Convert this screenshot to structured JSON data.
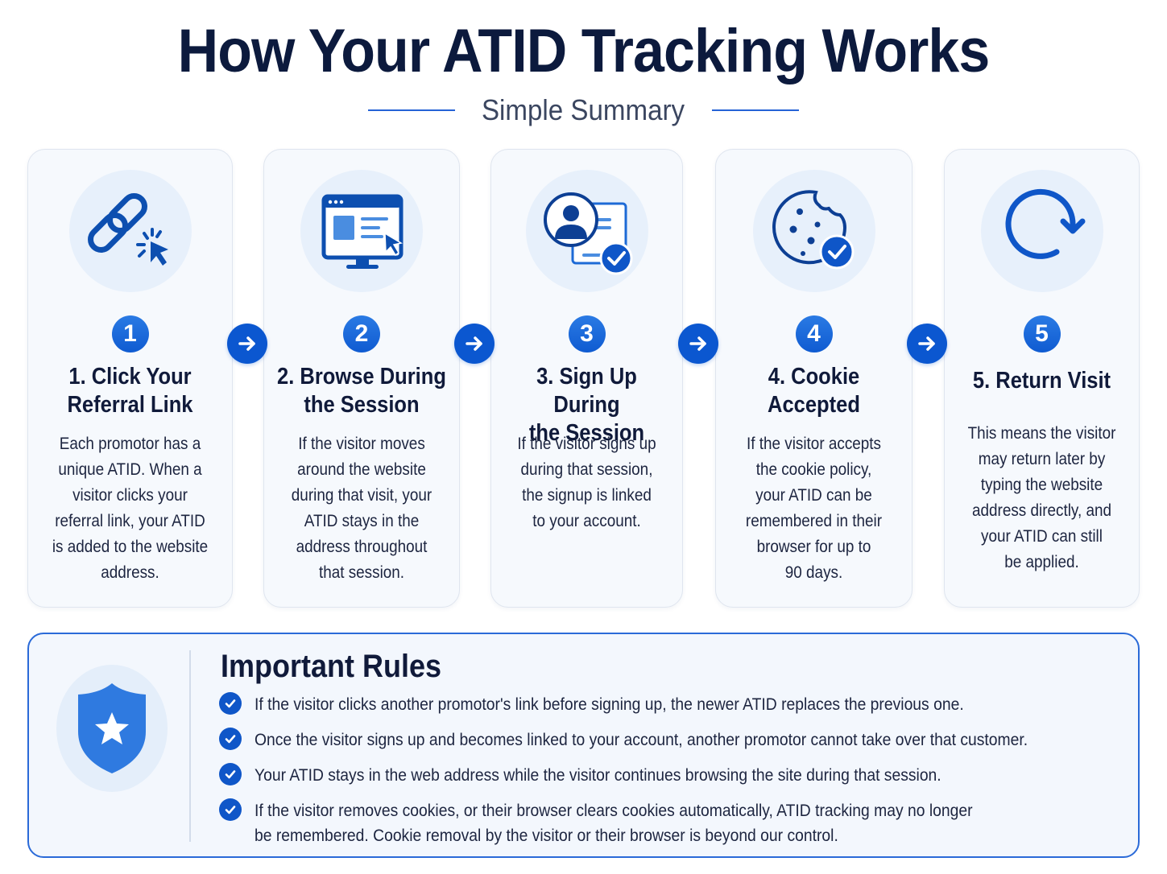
{
  "header": {
    "title": "How Your ATID Tracking Works",
    "subtitle": "Simple Summary"
  },
  "colors": {
    "primary": "#0b57d0",
    "title": "#0c1a3d",
    "card_bg": "#f6f9fd",
    "icon_circle_bg": "#e7f0fb",
    "rules_border": "#2a6ad8"
  },
  "steps": [
    {
      "number": "1",
      "icon": "link-click-icon",
      "title": "1. Click Your\nReferral Link",
      "body": "Each promotor has a\nunique ATID. When a\nvisitor clicks your\nreferral link, your ATID\nis added to the website\naddress."
    },
    {
      "number": "2",
      "icon": "browser-monitor-icon",
      "title": "2. Browse During\nthe Session",
      "body": "If the visitor moves\naround the website\nduring that visit, your\nATID stays in the\naddress throughout\nthat session."
    },
    {
      "number": "3",
      "icon": "user-profile-check-icon",
      "title": "3. Sign Up During\nthe Session",
      "body": "If the visitor signs up\nduring that session,\nthe signup is linked\nto your account."
    },
    {
      "number": "4",
      "icon": "cookie-check-icon",
      "title": "4. Cookie\nAccepted",
      "body": "If the visitor accepts\nthe cookie policy,\nyour ATID can be\nremembered in their\nbrowser for up to\n90 days."
    },
    {
      "number": "5",
      "icon": "return-refresh-icon",
      "title": "5. Return Visit",
      "body": "This means the visitor\nmay return later by\ntyping the website\naddress directly, and\nyour ATID can still\nbe applied."
    }
  ],
  "rules": {
    "icon": "shield-star-icon",
    "title": "Important Rules",
    "items": [
      "If the visitor clicks another promotor's link before signing up, the newer ATID replaces the previous one.",
      "Once the visitor signs up and becomes linked to your account, another promotor cannot take over that customer.",
      "Your ATID stays in the web address while the visitor continues browsing the site during that session.",
      "If the visitor removes cookies, or their browser clears cookies automatically, ATID tracking may no longer\nbe remembered. Cookie removal by the visitor or their browser is beyond our control."
    ]
  }
}
